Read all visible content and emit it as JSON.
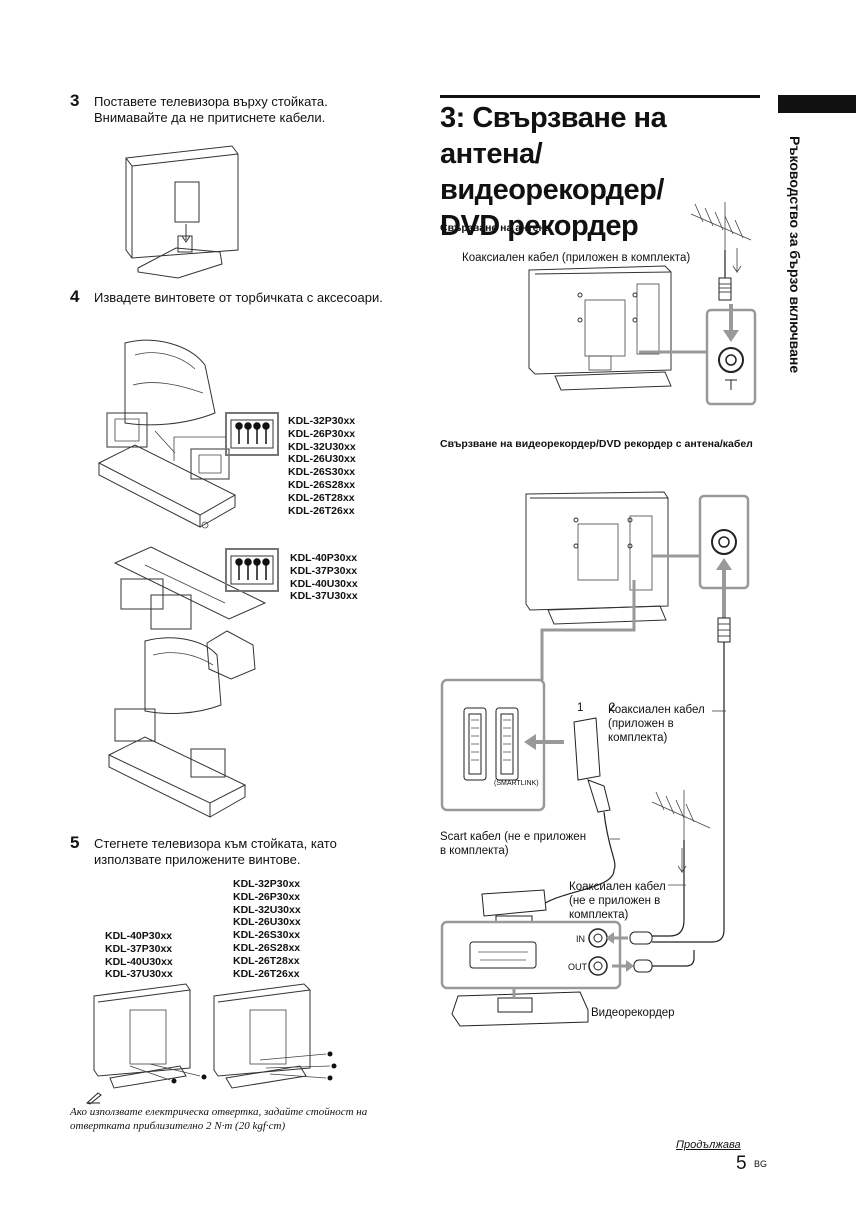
{
  "steps": {
    "s3": {
      "num": "3",
      "text": "Поставете телевизора върху стойката. Внимавайте да не притиснете кабели."
    },
    "s4": {
      "num": "4",
      "text": "Извадете винтовете от торбичката с аксесоари."
    },
    "s5": {
      "num": "5",
      "text": "Стегнете телевизора към стойката, като използвате приложените винтове."
    }
  },
  "models": {
    "group1": [
      "KDL-32P30xx",
      "KDL-26P30xx",
      "KDL-32U30xx",
      "KDL-26U30xx",
      "KDL-26S30xx",
      "KDL-26S28xx",
      "KDL-26T28xx",
      "KDL-26T26xx"
    ],
    "group2": [
      "KDL-40P30xx",
      "KDL-37P30xx",
      "KDL-40U30xx",
      "KDL-37U30xx"
    ]
  },
  "note": {
    "icon": "pencil-note-icon",
    "text": "Ако използвате електрическа отвертка, задайте стойност на отвертката приблизително 2 N·m (20 kgf·cm)"
  },
  "section": {
    "title_line1": "3: Свързване на антена/",
    "title_line2": "видеорекордер/",
    "title_line3": "DVD рекордер",
    "side_tab": "Ръководство за бързо включване",
    "sub1": "Свързване на антена",
    "sub2": "Свързване на видеорекордер/DVD рекордер с антена/кабел"
  },
  "labels": {
    "coax_included": "Коаксиален кабел (приложен в комплекта)",
    "coax_included_l1": "Коаксиален кабел",
    "coax_included_l2": "(приложен в",
    "coax_included_l3": "комплекта)",
    "scart_l1": "Scart кабел (не е приложен",
    "scart_l2": "в комплекта)",
    "coax_not_l1": "Коаксиален кабел",
    "coax_not_l2": "(не е приложен в",
    "coax_not_l3": "комплекта)",
    "vcr": "Видеорекордер",
    "in": "IN",
    "out": "OUT",
    "smartlink": "(SMARTLINK)",
    "scart1": "1",
    "scart2": "2"
  },
  "footer": {
    "continues": "Продължава",
    "page": "5",
    "lang": "BG"
  }
}
